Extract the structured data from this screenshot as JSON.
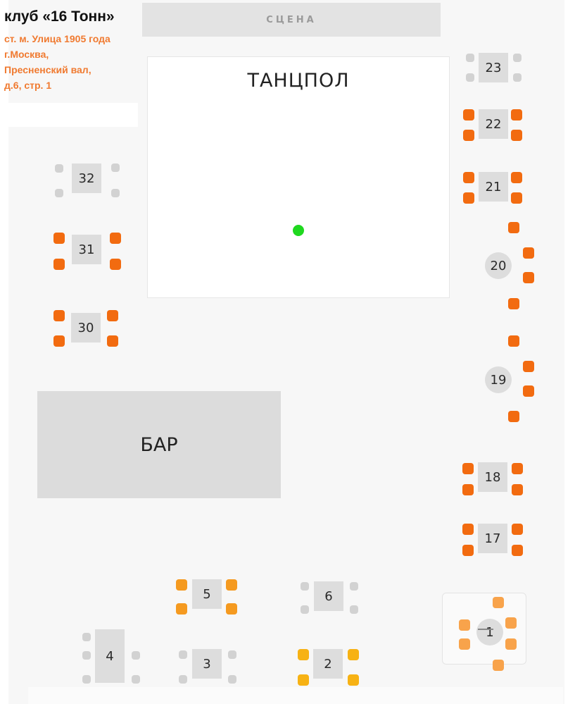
{
  "header": {
    "club_name": "клуб «16 Тонн»",
    "address_lines": [
      "ст. м. Улица 1905 года",
      "г.Москва,",
      "Пресненский вал,",
      "д.6, стр. 1"
    ]
  },
  "zones": {
    "stage": "СЦЕНА",
    "dance_floor": "ТАНЦПОЛ",
    "bar": "БАР"
  },
  "tables": [
    {
      "number": "23"
    },
    {
      "number": "22"
    },
    {
      "number": "21"
    },
    {
      "number": "20"
    },
    {
      "number": "19"
    },
    {
      "number": "18"
    },
    {
      "number": "17"
    },
    {
      "number": "32"
    },
    {
      "number": "31"
    },
    {
      "number": "30"
    },
    {
      "number": "5"
    },
    {
      "number": "6"
    },
    {
      "number": "4"
    },
    {
      "number": "3"
    },
    {
      "number": "2"
    },
    {
      "number": "1"
    }
  ],
  "colors": {
    "seat_free": "#f26b10",
    "seat_occupied": "#d2d2d2",
    "seat_highlight": "#f7b214",
    "marker": "#1fd81f"
  }
}
